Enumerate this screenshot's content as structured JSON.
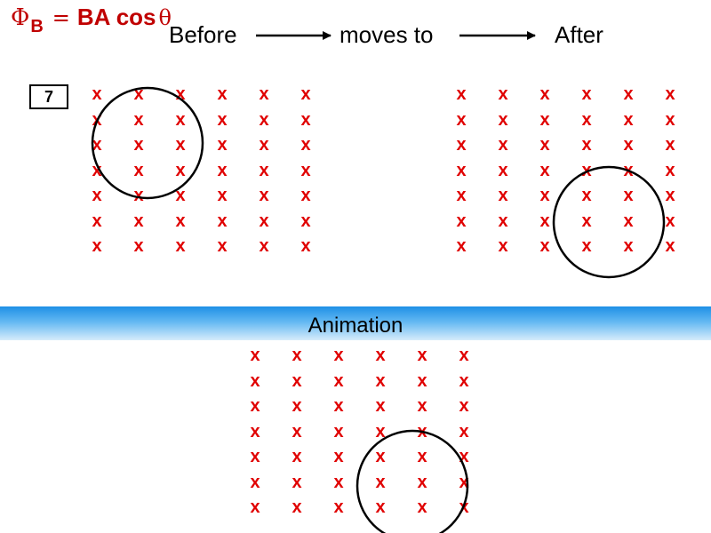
{
  "formula": {
    "phi": "Φ",
    "subscript": "B",
    "equals": "=",
    "ba_cos": "BA cos",
    "theta": "θ"
  },
  "captions": {
    "before": "Before",
    "moves_to": "moves to",
    "after": "After"
  },
  "slide_number": "7",
  "animation_label": "Animation",
  "field_symbol": "x",
  "field_grid": {
    "rows": 7,
    "columns": 6
  },
  "colors": {
    "formula": "#c00000",
    "field": "#e00000",
    "band_top": "#1e90e6",
    "band_bottom": "#d6ecfb"
  }
}
